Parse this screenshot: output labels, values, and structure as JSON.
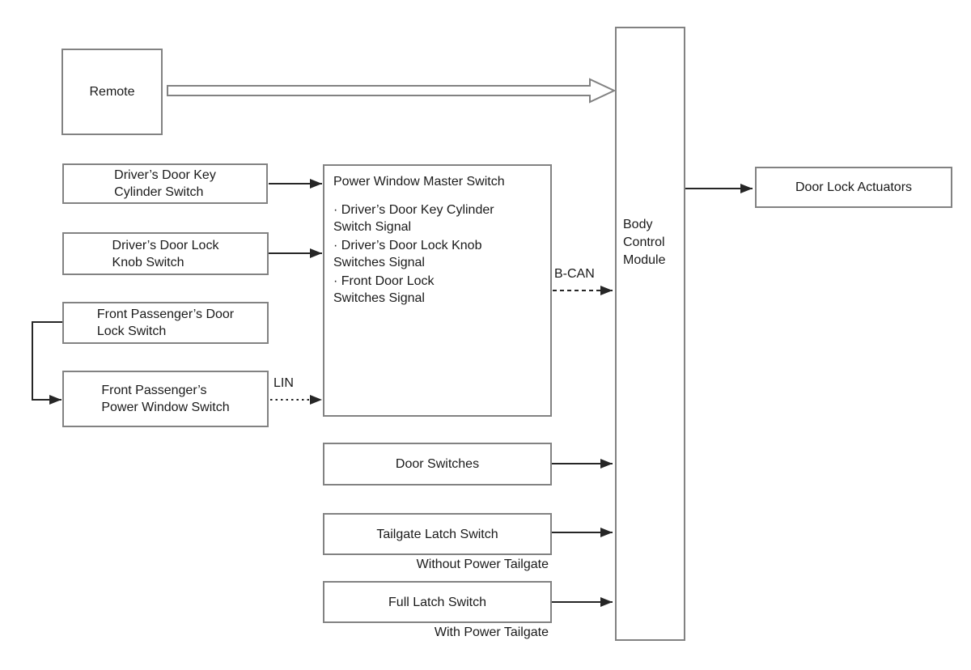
{
  "diagram": {
    "boxes": {
      "remote": {
        "label": "Remote"
      },
      "driver_key_cylinder": {
        "label": "Driver’s Door Key\nCylinder Switch"
      },
      "driver_lock_knob": {
        "label": "Driver’s Door Lock\nKnob Switch"
      },
      "front_passenger_door_lock": {
        "label": "Front Passenger’s Door\nLock Switch"
      },
      "front_passenger_power_window": {
        "label": "Front Passenger’s\nPower Window Switch"
      },
      "power_window_master_switch": {
        "title": "Power Window Master Switch",
        "bullets": [
          "· Driver’s Door Key Cylinder\nSwitch Signal",
          "· Driver’s Door Lock Knob\nSwitches Signal",
          "· Front Door Lock\nSwitches Signal"
        ]
      },
      "door_switches": {
        "label": "Door Switches"
      },
      "tailgate_latch_switch": {
        "label": "Tailgate Latch Switch"
      },
      "full_latch_switch": {
        "label": "Full Latch Switch"
      },
      "body_control_module": {
        "label": "Body\nControl\nModule"
      },
      "door_lock_actuators": {
        "label": "Door Lock Actuators"
      }
    },
    "labels": {
      "lin": "LIN",
      "b_can": "B-CAN",
      "without_power_tailgate": "Without Power Tailgate",
      "with_power_tailgate": "With Power Tailgate"
    },
    "colors": {
      "box_border": "#828282",
      "arrow": "#262626",
      "text": "#1a1a1a",
      "background": "#ffffff"
    }
  }
}
